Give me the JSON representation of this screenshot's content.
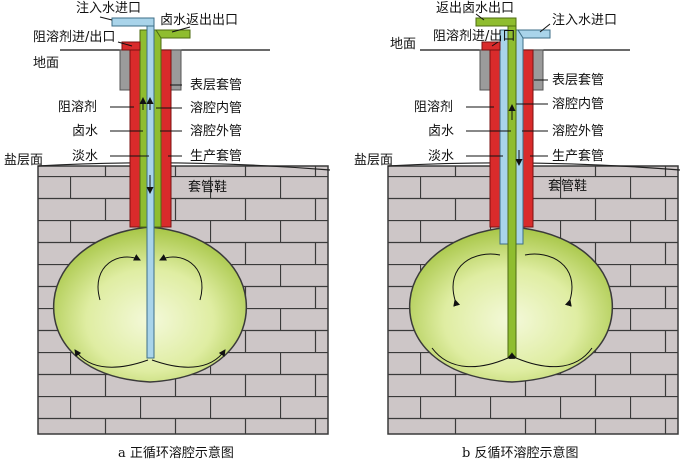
{
  "panel_a": {
    "labels": {
      "inject_inlet": "注入水进口",
      "brine_outlet": "卤水返出出口",
      "blanket_inlet": "阻溶剂进/出口",
      "ground": "地面",
      "surface_casing": "表层套管",
      "inner_tube": "溶腔内管",
      "blanket": "阻溶剂",
      "brine": "卤水",
      "outer_tube": "溶腔外管",
      "fresh_water": "淡水",
      "production_casing": "生产套管",
      "salt_surface": "盐层面",
      "casing_shoe": "套管鞋"
    },
    "caption": "a  正循环溶腔示意图"
  },
  "panel_b": {
    "labels": {
      "brine_outlet": "返出卤水出口",
      "inject_inlet": "注入水进口",
      "blanket_inlet": "阻溶剂进/出口",
      "ground": "地面",
      "surface_casing": "表层套管",
      "inner_tube": "溶腔内管",
      "blanket": "阻溶剂",
      "brine": "卤水",
      "outer_tube": "溶腔外管",
      "fresh_water": "淡水",
      "production_casing": "生产套管",
      "salt_surface": "盐层面",
      "casing_shoe": "套管鞋"
    },
    "caption": "b  反循环溶腔示意图"
  },
  "colors": {
    "rock": "#cdc6c7",
    "rock_line": "#3a3a3a",
    "blanket_red": "#d92b2b",
    "brine_green": "#8fbd2f",
    "fresh_blue": "#a9d4ea",
    "cavern_light": "#f3f8d6",
    "cavern_dark": "#a9c94a",
    "casing_gray": "#9b9b9b"
  }
}
